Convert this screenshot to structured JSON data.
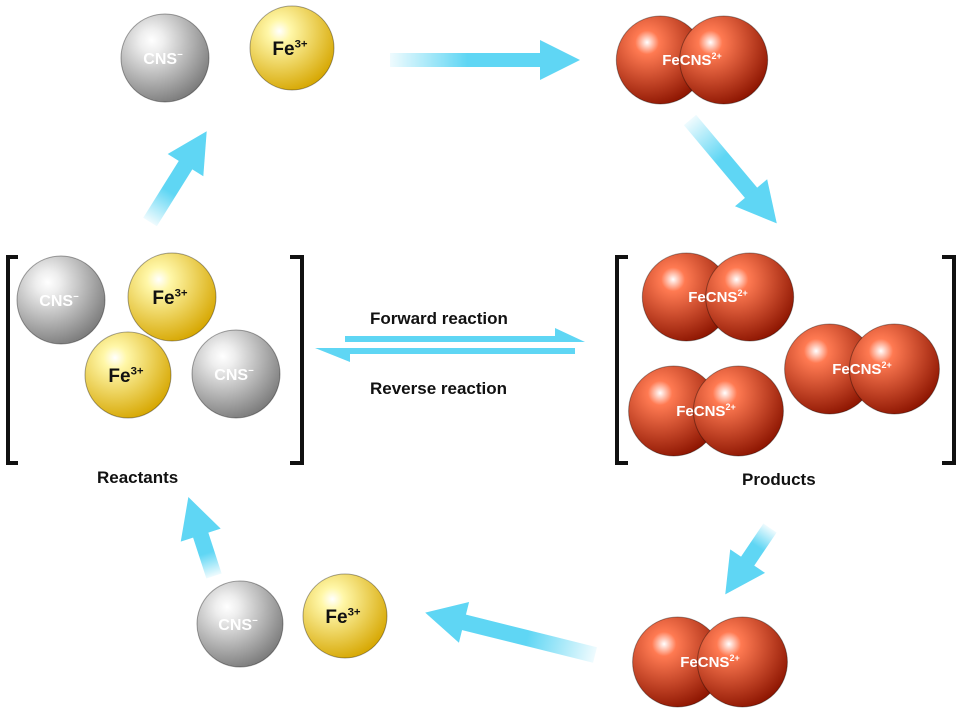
{
  "colors": {
    "arrow": "#5fd6f4",
    "bracket": "#111111",
    "cns_light": "#eeeeee",
    "cns_dark": "#7a7a7a",
    "fe_light": "#fff7a8",
    "fe_dark": "#d6a600",
    "fecns_light": "#ff7a52",
    "fecns_dark": "#8c1400"
  },
  "ions": {
    "cns": {
      "base": "CNS",
      "charge": "−",
      "icon": "gray-sphere"
    },
    "fe": {
      "base": "Fe",
      "charge": "3+",
      "icon": "yellow-sphere"
    },
    "fecns": {
      "base": "FeCNS",
      "charge": "2+",
      "icon": "red-double-sphere"
    }
  },
  "labels": {
    "forward": "Forward reaction",
    "reverse": "Reverse reaction",
    "reactants": "Reactants",
    "products": "Products"
  }
}
